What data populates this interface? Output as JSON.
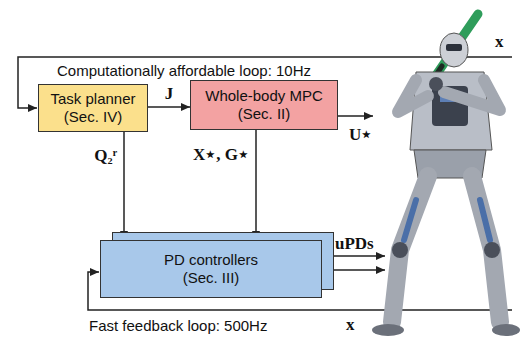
{
  "diagram": {
    "nodes": [
      {
        "text": [
          "Task planner",
          "(Sec. IV)"
        ]
      },
      {
        "text": [
          "Whole-body MPC",
          "(Sec. II)"
        ]
      },
      {
        "text": [
          "PD controllers",
          "(Sec. III)"
        ]
      }
    ],
    "edges": [
      {
        "from": 0,
        "to": 1,
        "arrow": "to",
        "label": "J"
      },
      {
        "from": 0,
        "to": 2,
        "arrow": "to",
        "label": "Q₂ʳ"
      },
      {
        "from": 1,
        "to": 2,
        "arrow": "to",
        "label": "X⋆, G⋆"
      }
    ],
    "labels": [
      "x",
      "Computationally affordable loop: 10Hz",
      "U⋆",
      "uPDs",
      "Fast feedback loop: 500Hz",
      "x"
    ]
  }
}
